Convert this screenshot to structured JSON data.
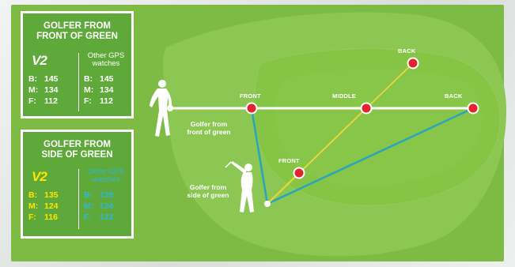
{
  "colors": {
    "fairway": "#7dbb45",
    "rough_light": "#8cc653",
    "green_light": "#86c445",
    "panel": "#5fa83a",
    "pin": "#e0252e",
    "v2_line": "#e6d830",
    "other_line": "#2aa6b8",
    "yellow_text": "#ffe600",
    "blue_text": "#2fb7d6"
  },
  "panel_front": {
    "title_line1": "GOLFER FROM",
    "title_line2": "FRONT OF GREEN",
    "brand": "V2",
    "other_head_line1": "Other GPS",
    "other_head_line2": "watches",
    "v2_rows": [
      {
        "label": "B:",
        "value": "145"
      },
      {
        "label": "M:",
        "value": "134"
      },
      {
        "label": "F:",
        "value": "112"
      }
    ],
    "other_rows": [
      {
        "label": "B:",
        "value": "145"
      },
      {
        "label": "M:",
        "value": "134"
      },
      {
        "label": "F:",
        "value": "112"
      }
    ]
  },
  "panel_side": {
    "title_line1": "GOLFER FROM",
    "title_line2": "SIDE OF GREEN",
    "brand": "V2",
    "other_head_line1": "Other GPS",
    "other_head_line2": "watches",
    "v2_rows": [
      {
        "label": "B:",
        "value": "135"
      },
      {
        "label": "M:",
        "value": "124"
      },
      {
        "label": "F:",
        "value": "116"
      }
    ],
    "other_rows": [
      {
        "label": "B:",
        "value": "128"
      },
      {
        "label": "M:",
        "value": "124"
      },
      {
        "label": "F:",
        "value": "122"
      }
    ]
  },
  "map_labels": {
    "front_top": "FRONT",
    "middle": "MIDDLE",
    "back_right": "BACK",
    "back_top": "BACK",
    "front_side": "FRONT",
    "golfer_front_line1": "Golfer from",
    "golfer_front_line2": "front of green",
    "golfer_side_line1": "Golfer from",
    "golfer_side_line2": "side of green"
  }
}
